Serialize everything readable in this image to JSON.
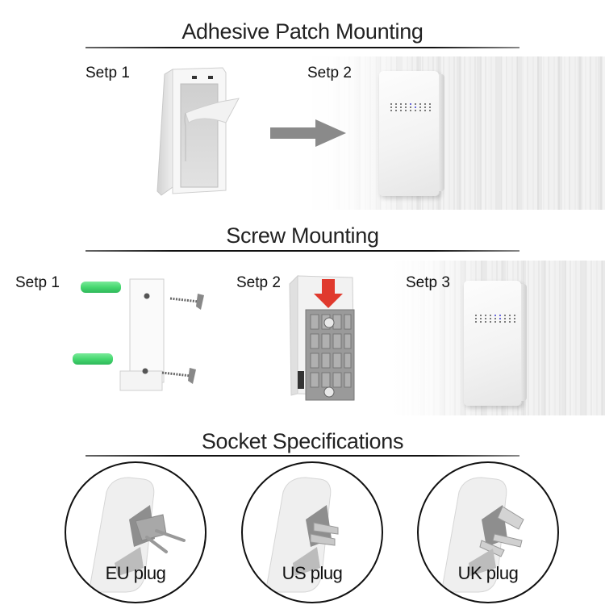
{
  "sections": {
    "adhesive": {
      "title": "Adhesive Patch Mounting",
      "steps": [
        {
          "label": "Setp 1",
          "illustration": "adhesive-bracket-peeling-backing"
        },
        {
          "label": "Setp 2",
          "illustration": "doorbell-on-wall"
        }
      ],
      "arrow": "arrow-right-icon"
    },
    "screw": {
      "title": "Screw Mounting",
      "steps": [
        {
          "label": "Setp 1",
          "illustration": "bracket-with-anchors-and-screws"
        },
        {
          "label": "Setp 2",
          "illustration": "doorbell-slide-onto-bracket"
        },
        {
          "label": "Setp 3",
          "illustration": "doorbell-on-wall"
        }
      ]
    },
    "socket": {
      "title": "Socket Specifications",
      "plugs": [
        {
          "label": "EU plug",
          "type": "eu"
        },
        {
          "label": "US plug",
          "type": "us"
        },
        {
          "label": "UK plug",
          "type": "uk"
        }
      ]
    }
  },
  "colors": {
    "anchor_green": "#4ddb78",
    "arrow_red": "#e03a2e",
    "arrow_gray": "#8a8a8a",
    "led_blue": "#3b3bd0"
  }
}
